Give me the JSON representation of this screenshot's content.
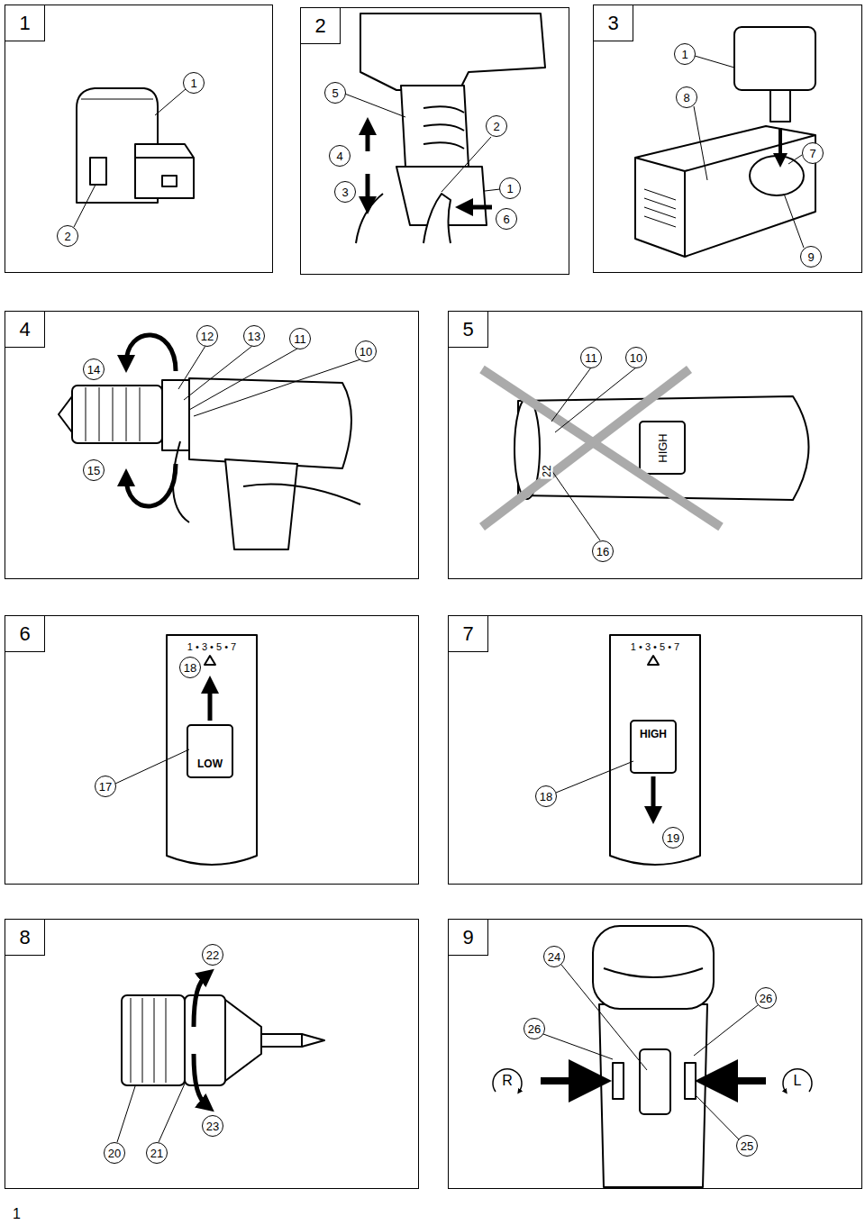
{
  "diagram": {
    "nodes": [
      {
        "text": [
          "1"
        ]
      },
      {
        "text": [
          "2"
        ]
      },
      {
        "text": [
          "3"
        ]
      },
      {
        "text": [
          "4"
        ]
      },
      {
        "text": [
          "5"
        ]
      },
      {
        "text": [
          "6"
        ]
      },
      {
        "text": [
          "7"
        ]
      },
      {
        "text": [
          "8"
        ]
      },
      {
        "text": [
          "9"
        ]
      }
    ],
    "labels": [
      "1",
      "2",
      "5",
      "4",
      "2",
      "3",
      "1",
      "6",
      "1",
      "8",
      "7",
      "9",
      "12",
      "13",
      "11",
      "10",
      "14",
      "15",
      "11",
      "10",
      "HIGH",
      "22",
      "16",
      "1 • 3 • 5 • 7",
      "18",
      "LOW",
      "17",
      "1 • 3 • 5 • 7",
      "HIGH",
      "18",
      "19",
      "22",
      "23",
      "20",
      "21",
      "24",
      "26",
      "26",
      "R",
      "L",
      "25",
      "1"
    ]
  }
}
